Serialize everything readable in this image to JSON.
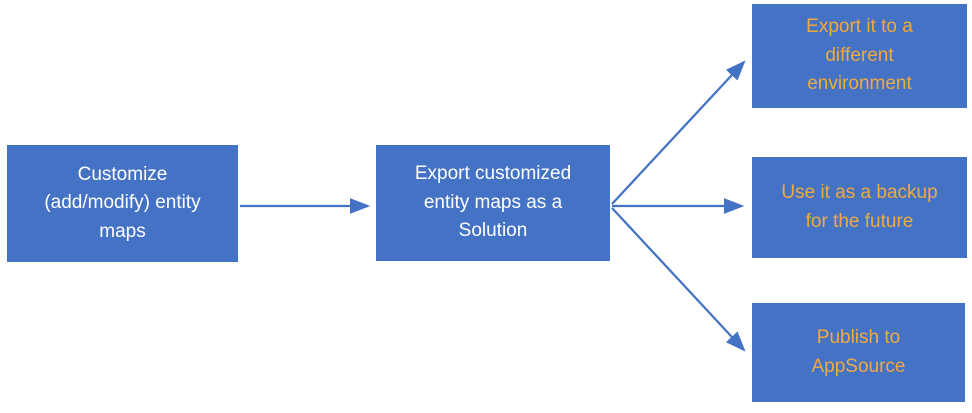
{
  "diagram": {
    "boxes": [
      {
        "id": "customize",
        "label": "Customize\n(add/modify) entity\nmaps"
      },
      {
        "id": "solution",
        "label": "Export customized\nentity maps as a\nSolution"
      },
      {
        "id": "environment",
        "label": "Export it to a\ndifferent\nenvironment"
      },
      {
        "id": "backup",
        "label": "Use it as a backup\nfor the future"
      },
      {
        "id": "appsource",
        "label": "Publish to\nAppSource"
      }
    ]
  },
  "colors": {
    "background": "#FFFFFF",
    "box_fill": "#4472C4",
    "arrow": "#4472C4",
    "text_white": "#FFFFFF",
    "text_gold": "#F2A93D"
  }
}
